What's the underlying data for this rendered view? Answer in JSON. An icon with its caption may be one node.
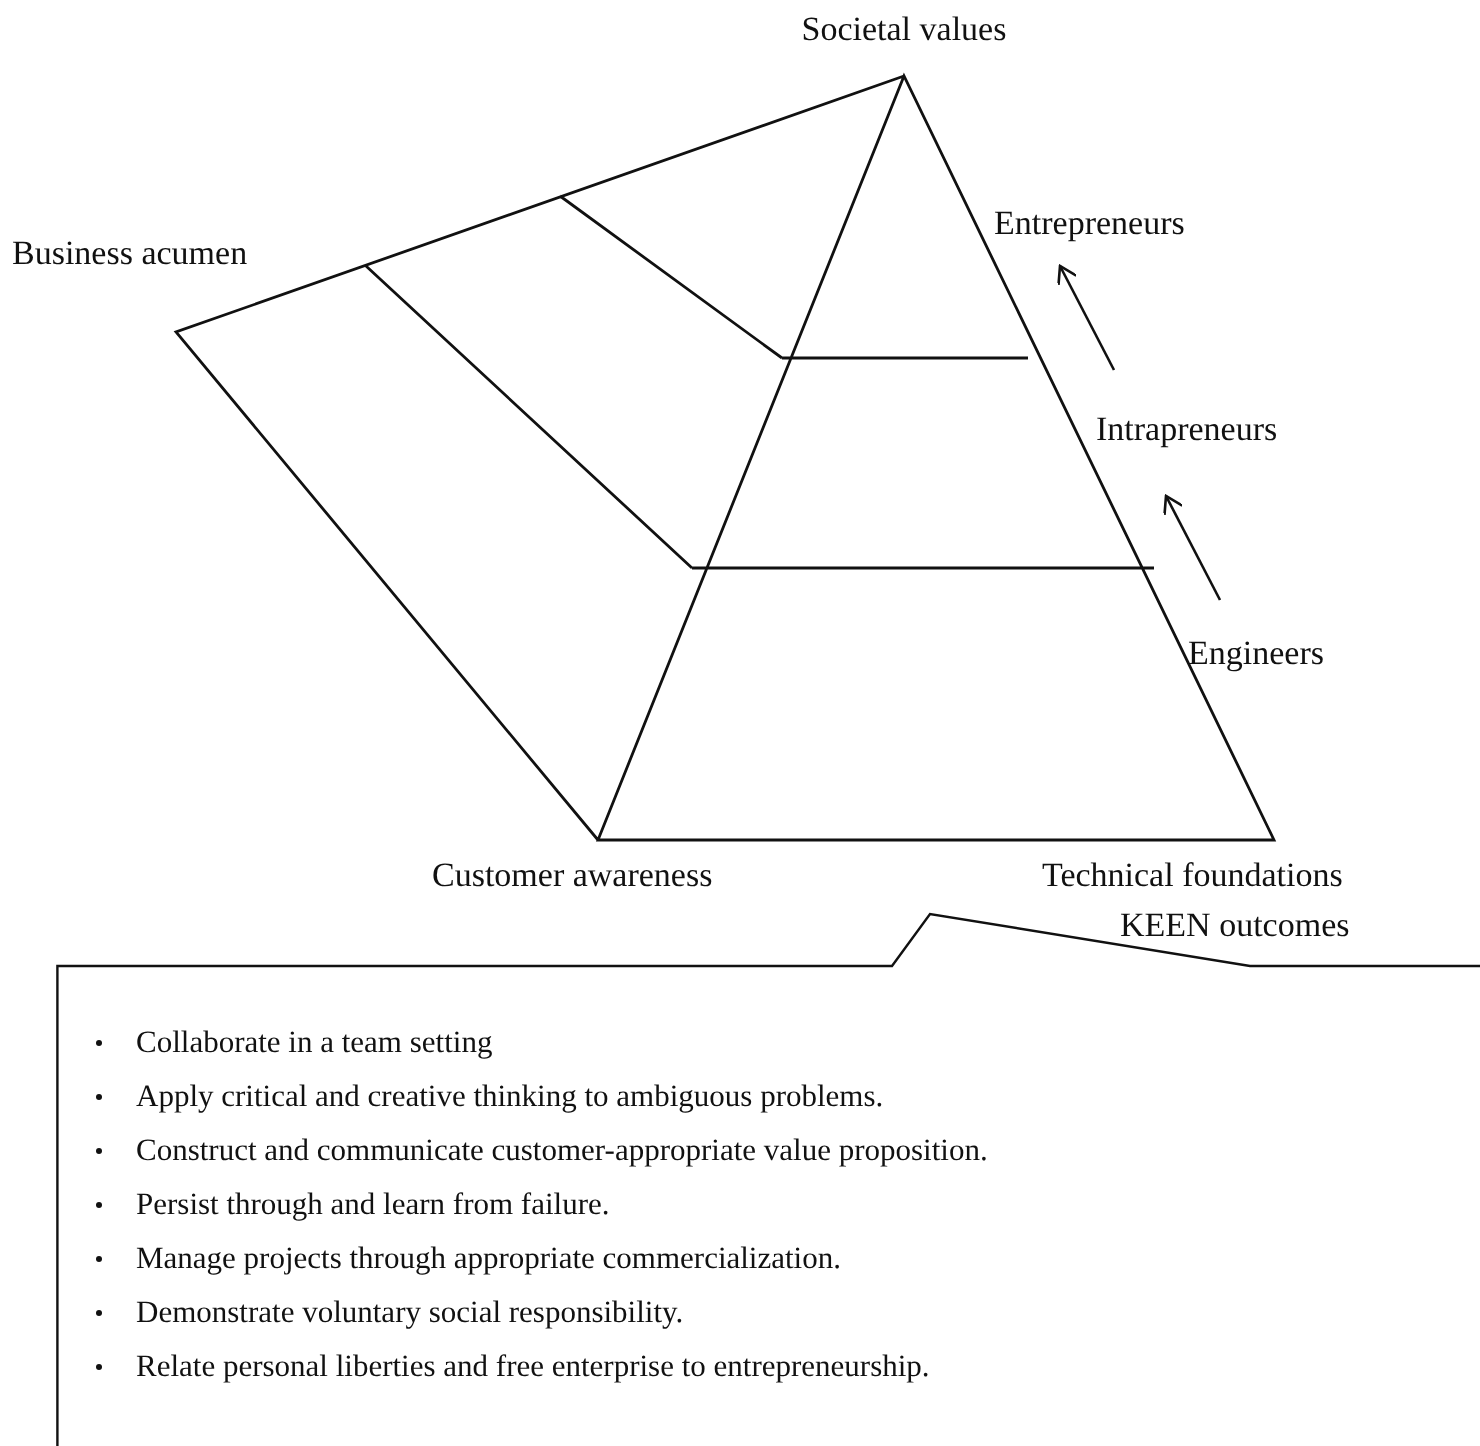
{
  "diagram": {
    "nodes": [
      {
        "text": [
          "Entrepreneurs"
        ]
      },
      {
        "text": [
          "Intrapreneurs"
        ]
      },
      {
        "text": [
          "Engineers"
        ]
      },
      {
        "text": [
          "KEEN outcomes",
          "Collaborate in a team setting",
          "Apply critical and creative thinking to ambiguous problems.",
          "Construct and communicate customer-appropriate value proposition.",
          "Persist through and learn from failure.",
          "Manage projects through appropriate commercialization.",
          "Demonstrate voluntary social responsibility.",
          "Relate personal liberties and free enterprise to entrepreneurship."
        ]
      }
    ],
    "edges": [
      {
        "from": 2,
        "to": 1,
        "arrow": "to"
      },
      {
        "from": 1,
        "to": 0,
        "arrow": "to"
      }
    ],
    "labels": [
      "Societal values",
      "Business acumen",
      "Customer awareness",
      "Technical foundations"
    ]
  }
}
